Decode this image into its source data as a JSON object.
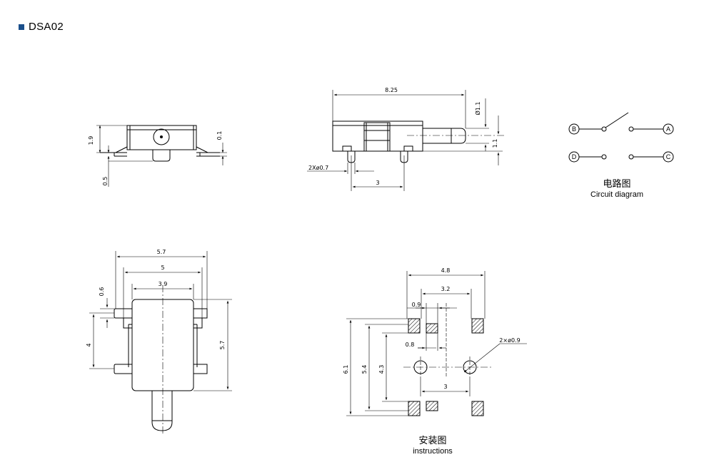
{
  "header": {
    "title": "DSA02",
    "accent_color": "#1a4f8b",
    "bullet_icon": "square-bullet-icon"
  },
  "side_view": {
    "dim_height": "1.9",
    "dim_terminal": "0.5",
    "dim_thickness": "0.1"
  },
  "front_view": {
    "dim_length": "8.25",
    "dim_shaft_dia": "Ø1.1",
    "dim_shaft_pos": "1.1",
    "dim_pin_dia": "2Xø0.7",
    "dim_pin_pitch": "3"
  },
  "circuit": {
    "terminals": {
      "a": "A",
      "b": "B",
      "c": "C",
      "d": "D"
    },
    "caption_cn": "电路图",
    "caption_en": "Circuit diagram"
  },
  "top_view": {
    "dim_width_outer": "5.7",
    "dim_width_mid": "5",
    "dim_width_body": "3.9",
    "dim_pin_width": "0.6",
    "dim_pin_span": "4",
    "dim_height": "5.7"
  },
  "instructions": {
    "dim_outer_width": "4.8",
    "dim_inner_width": "3.2",
    "dim_pad_width": "0.9",
    "dim_pad_gap": "0.8",
    "dim_hole": "2×ø0.9",
    "dim_hole_pitch": "3",
    "dim_height_total": "6.1",
    "dim_height_mid": "5.4",
    "dim_height_inner": "4.3",
    "caption_cn": "安装图",
    "caption_en": "instructions"
  }
}
